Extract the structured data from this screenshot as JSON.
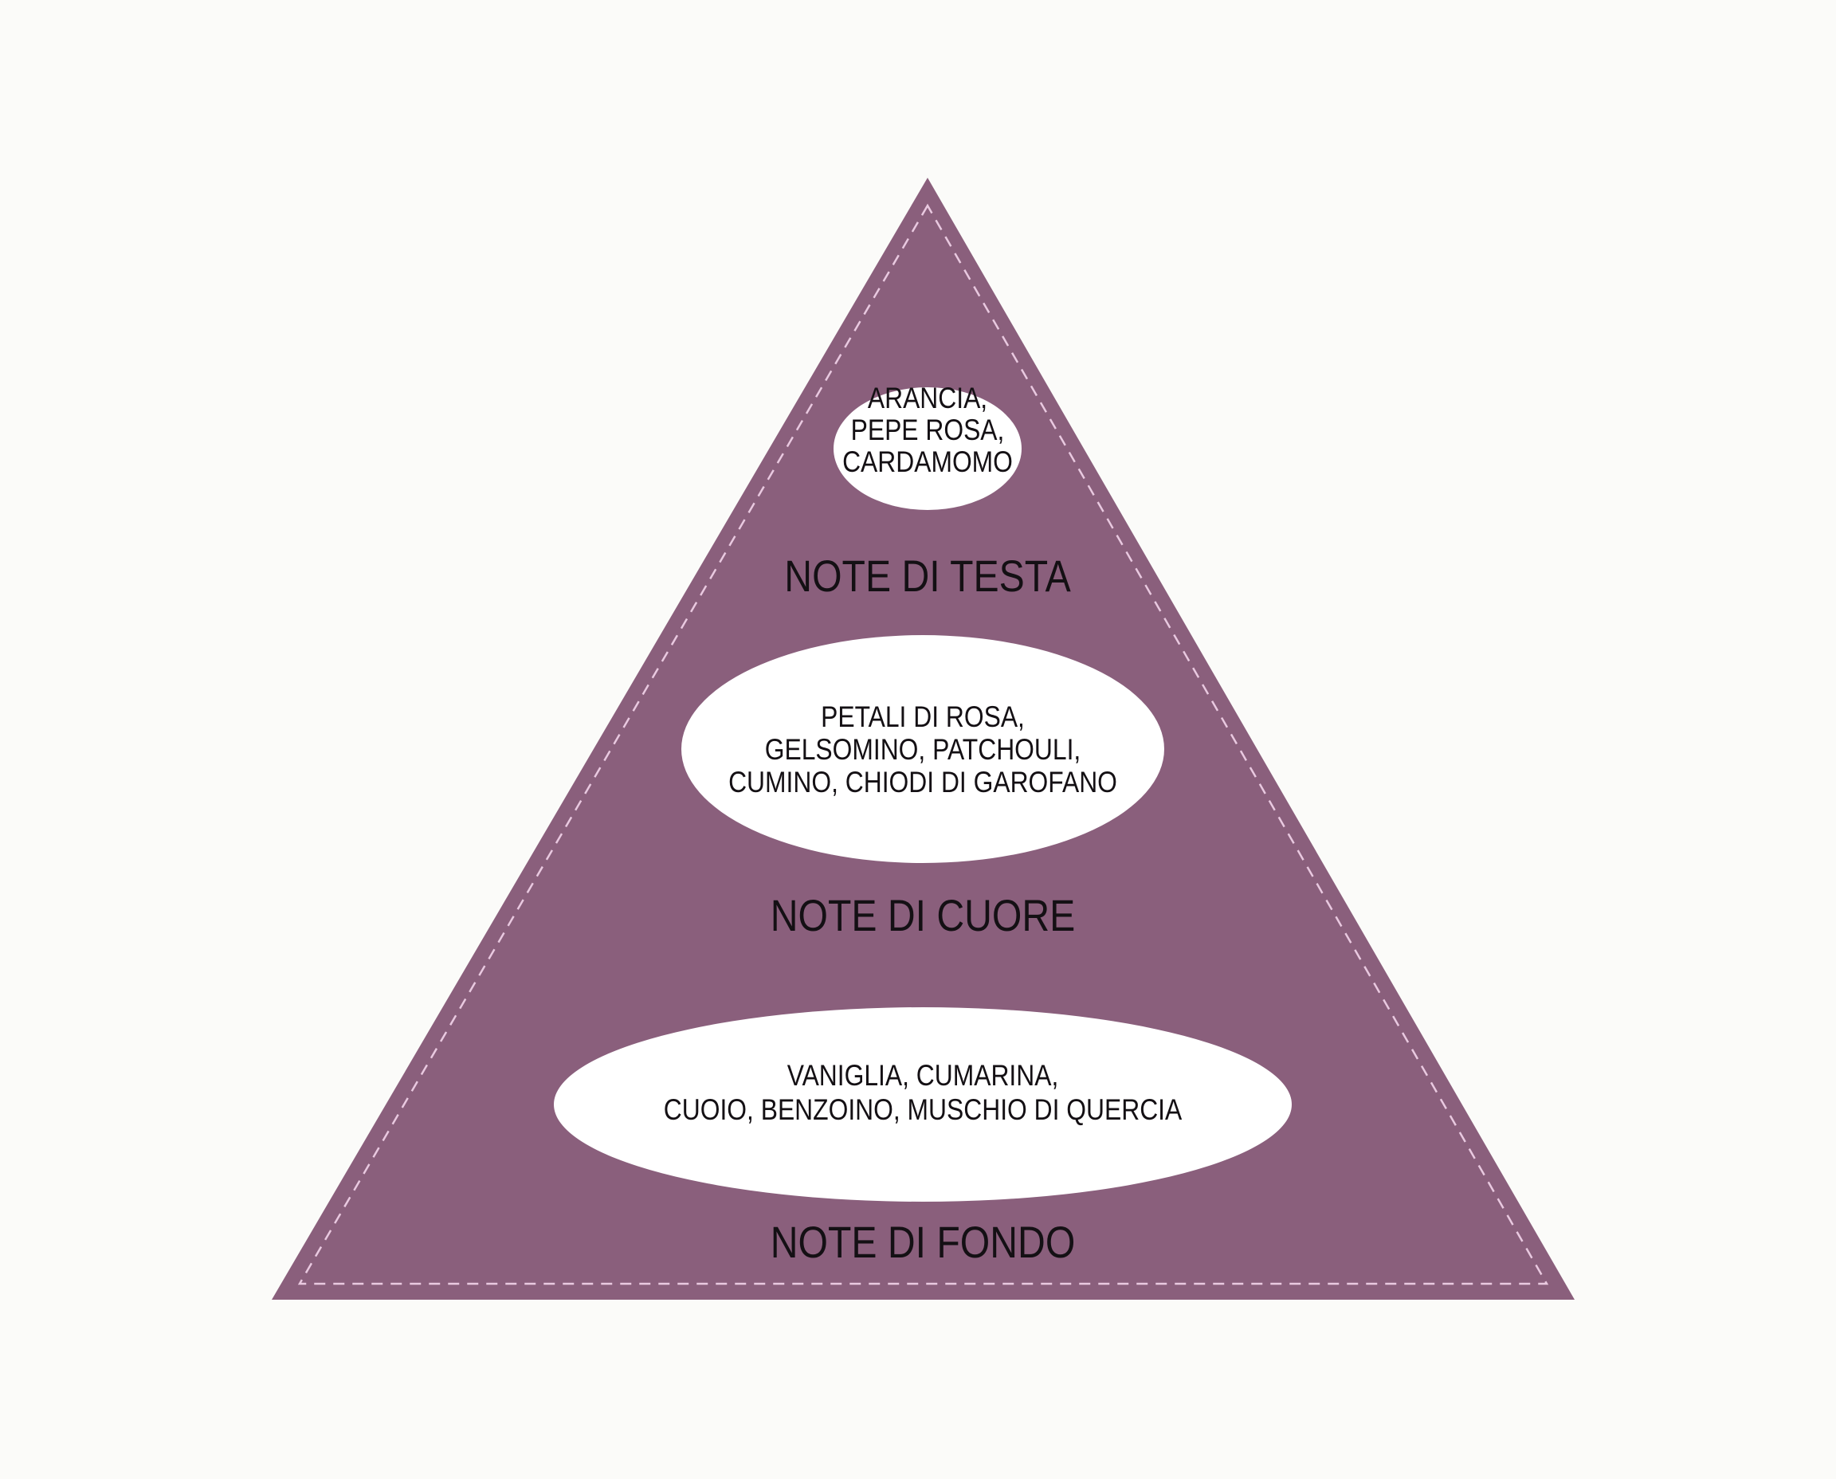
{
  "colors": {
    "pyramid": "#8a5f7c",
    "stitch": "#e9c9e0",
    "ellipse": "#ffffff",
    "text": "#141014",
    "background": "#fbfbf9"
  },
  "levels": [
    {
      "label": "NOTE DI TESTA",
      "notes": [
        "ARANCIA,",
        "PEPE ROSA,",
        "CARDAMOMO"
      ]
    },
    {
      "label": "NOTE DI CUORE",
      "notes": [
        "PETALI DI ROSA,",
        "GELSOMINO, PATCHOULI,",
        "CUMINO, CHIODI DI GAROFANO"
      ]
    },
    {
      "label": "NOTE DI FONDO",
      "notes": [
        "VANIGLIA, CUMARINA,",
        "CUOIO, BENZOINO, MUSCHIO DI QUERCIA"
      ]
    }
  ]
}
